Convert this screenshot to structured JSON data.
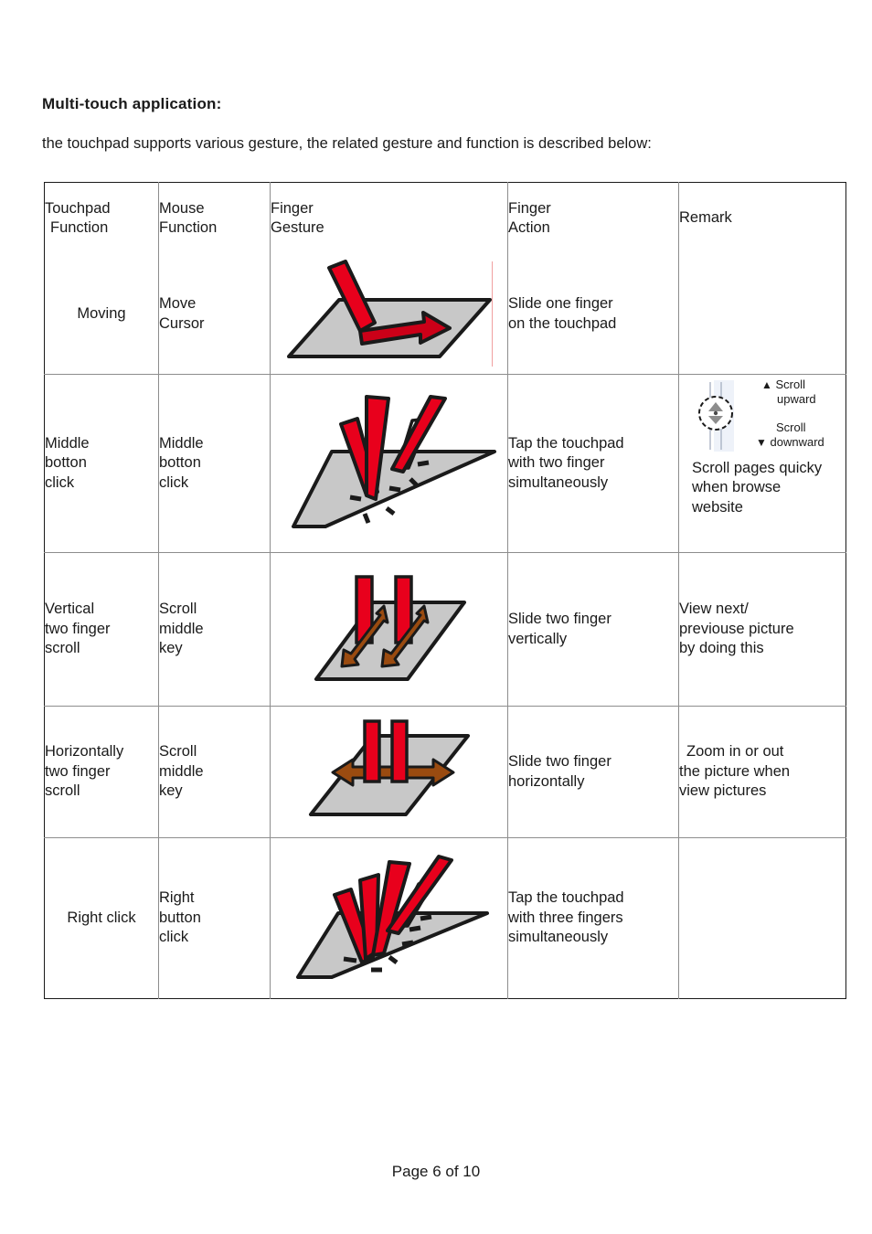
{
  "document": {
    "title": "Multi-touch application:",
    "intro": "the touchpad supports various gesture, the related gesture and function is described below:",
    "footer": "Page 6 of  10"
  },
  "table": {
    "headers": {
      "touchpad_function_l1": "Touchpad",
      "touchpad_function_l2": "Function",
      "mouse_function_l1": "Mouse",
      "mouse_function_l2": "Function",
      "finger_gesture_l1": "Finger",
      "finger_gesture_l2": "Gesture",
      "finger_action_l1": "Finger",
      "finger_action_l2": "Action",
      "remark": "Remark"
    },
    "rows": [
      {
        "touchpad_function": "Moving",
        "mouse_function_l1": "Move",
        "mouse_function_l2": "Cursor",
        "gesture_icon": "one-finger-slide-icon",
        "finger_action_l1": "Slide one finger",
        "finger_action_l2": "on the touchpad",
        "finger_action_l3": "",
        "remark_l1": "",
        "remark_l2": "",
        "remark_l3": ""
      },
      {
        "touchpad_function_l1": "Middle",
        "touchpad_function_l2": "botton",
        "touchpad_function_l3": "click",
        "mouse_function_l1": "Middle",
        "mouse_function_l2": "botton",
        "mouse_function_l3": "click",
        "gesture_icon": "two-finger-tap-icon",
        "finger_action_l1": "Tap the touchpad",
        "finger_action_l2": "with two finger",
        "finger_action_l3": "simultaneously",
        "scroll_icon": "mouse-scroll-wheel-icon",
        "scroll_up_l1": "Scroll",
        "scroll_up_l2": "upward",
        "scroll_down_l1": "Scroll",
        "scroll_down_l2": "downward",
        "remark_l1": "Scroll pages quicky",
        "remark_l2": "when browse",
        "remark_l3": "website"
      },
      {
        "touchpad_function_l1": "Vertical",
        "touchpad_function_l2": "two finger",
        "touchpad_function_l3": "scroll",
        "mouse_function_l1": "Scroll",
        "mouse_function_l2": "middle",
        "mouse_function_l3": "key",
        "gesture_icon": "two-finger-vertical-scroll-icon",
        "finger_action_l1": "Slide two finger",
        "finger_action_l2": "vertically",
        "finger_action_l3": "",
        "remark_l1": "View next/",
        "remark_l2": "previouse picture",
        "remark_l3": "by doing this"
      },
      {
        "touchpad_function_l1": "Horizontally",
        "touchpad_function_l2": "two finger",
        "touchpad_function_l3": "scroll",
        "mouse_function_l1": "Scroll",
        "mouse_function_l2": "middle",
        "mouse_function_l3": "key",
        "gesture_icon": "two-finger-horizontal-scroll-icon",
        "finger_action_l1": "Slide two finger",
        "finger_action_l2": "horizontally",
        "finger_action_l3": "",
        "remark_l1": "Zoom in or out",
        "remark_l2": "the picture when",
        "remark_l3": "view pictures"
      },
      {
        "touchpad_function": "Right click",
        "mouse_function_l1": "Right",
        "mouse_function_l2": "button",
        "mouse_function_l3": "click",
        "gesture_icon": "three-finger-tap-icon",
        "finger_action_l1": "Tap the touchpad",
        "finger_action_l2": "with three fingers",
        "finger_action_l3": "simultaneously",
        "remark_l1": "",
        "remark_l2": "",
        "remark_l3": ""
      }
    ]
  },
  "colors": {
    "finger_red": "#e8001c",
    "finger_red_dark": "#b00016",
    "pad_gray": "#c8c8c8",
    "arrow_brown": "#9a4b10",
    "outline": "#1a1a1a",
    "table_border": "#8d8d8d",
    "accent_line_red": "#f0a0a0"
  }
}
